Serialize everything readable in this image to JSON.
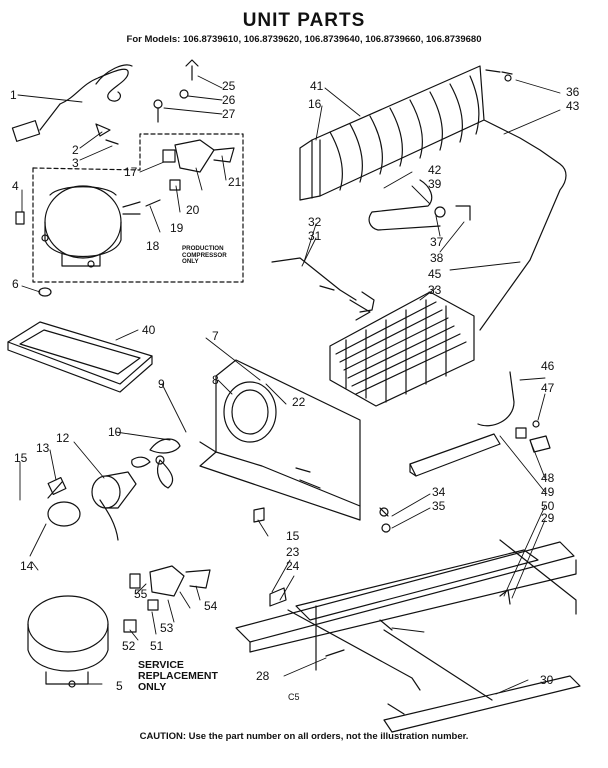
{
  "title": "UNIT PARTS",
  "models": "For Models: 106.8739610, 106.8739620, 106.8739640, 106.8739660, 106.8739680",
  "notes": {
    "production_compressor": "PRODUCTION\nCOMPRESSOR\nONLY",
    "service_replacement": "SERVICE\nREPLACEMENT\nONLY"
  },
  "figure_code": "C5",
  "caution": "CAUTION: Use the part number on all orders, not the illustration number.",
  "callouts": [
    "1",
    "2",
    "3",
    "4",
    "5",
    "6",
    "7",
    "8",
    "9",
    "10",
    "12",
    "13",
    "14",
    "15",
    "15",
    "16",
    "17",
    "18",
    "19",
    "20",
    "21",
    "22",
    "23",
    "24",
    "25",
    "26",
    "27",
    "28",
    "29",
    "30",
    "31",
    "32",
    "33",
    "34",
    "35",
    "36",
    "37",
    "38",
    "39",
    "40",
    "41",
    "42",
    "43",
    "45",
    "46",
    "47",
    "48",
    "49",
    "50",
    "51",
    "52",
    "53",
    "54",
    "55"
  ]
}
